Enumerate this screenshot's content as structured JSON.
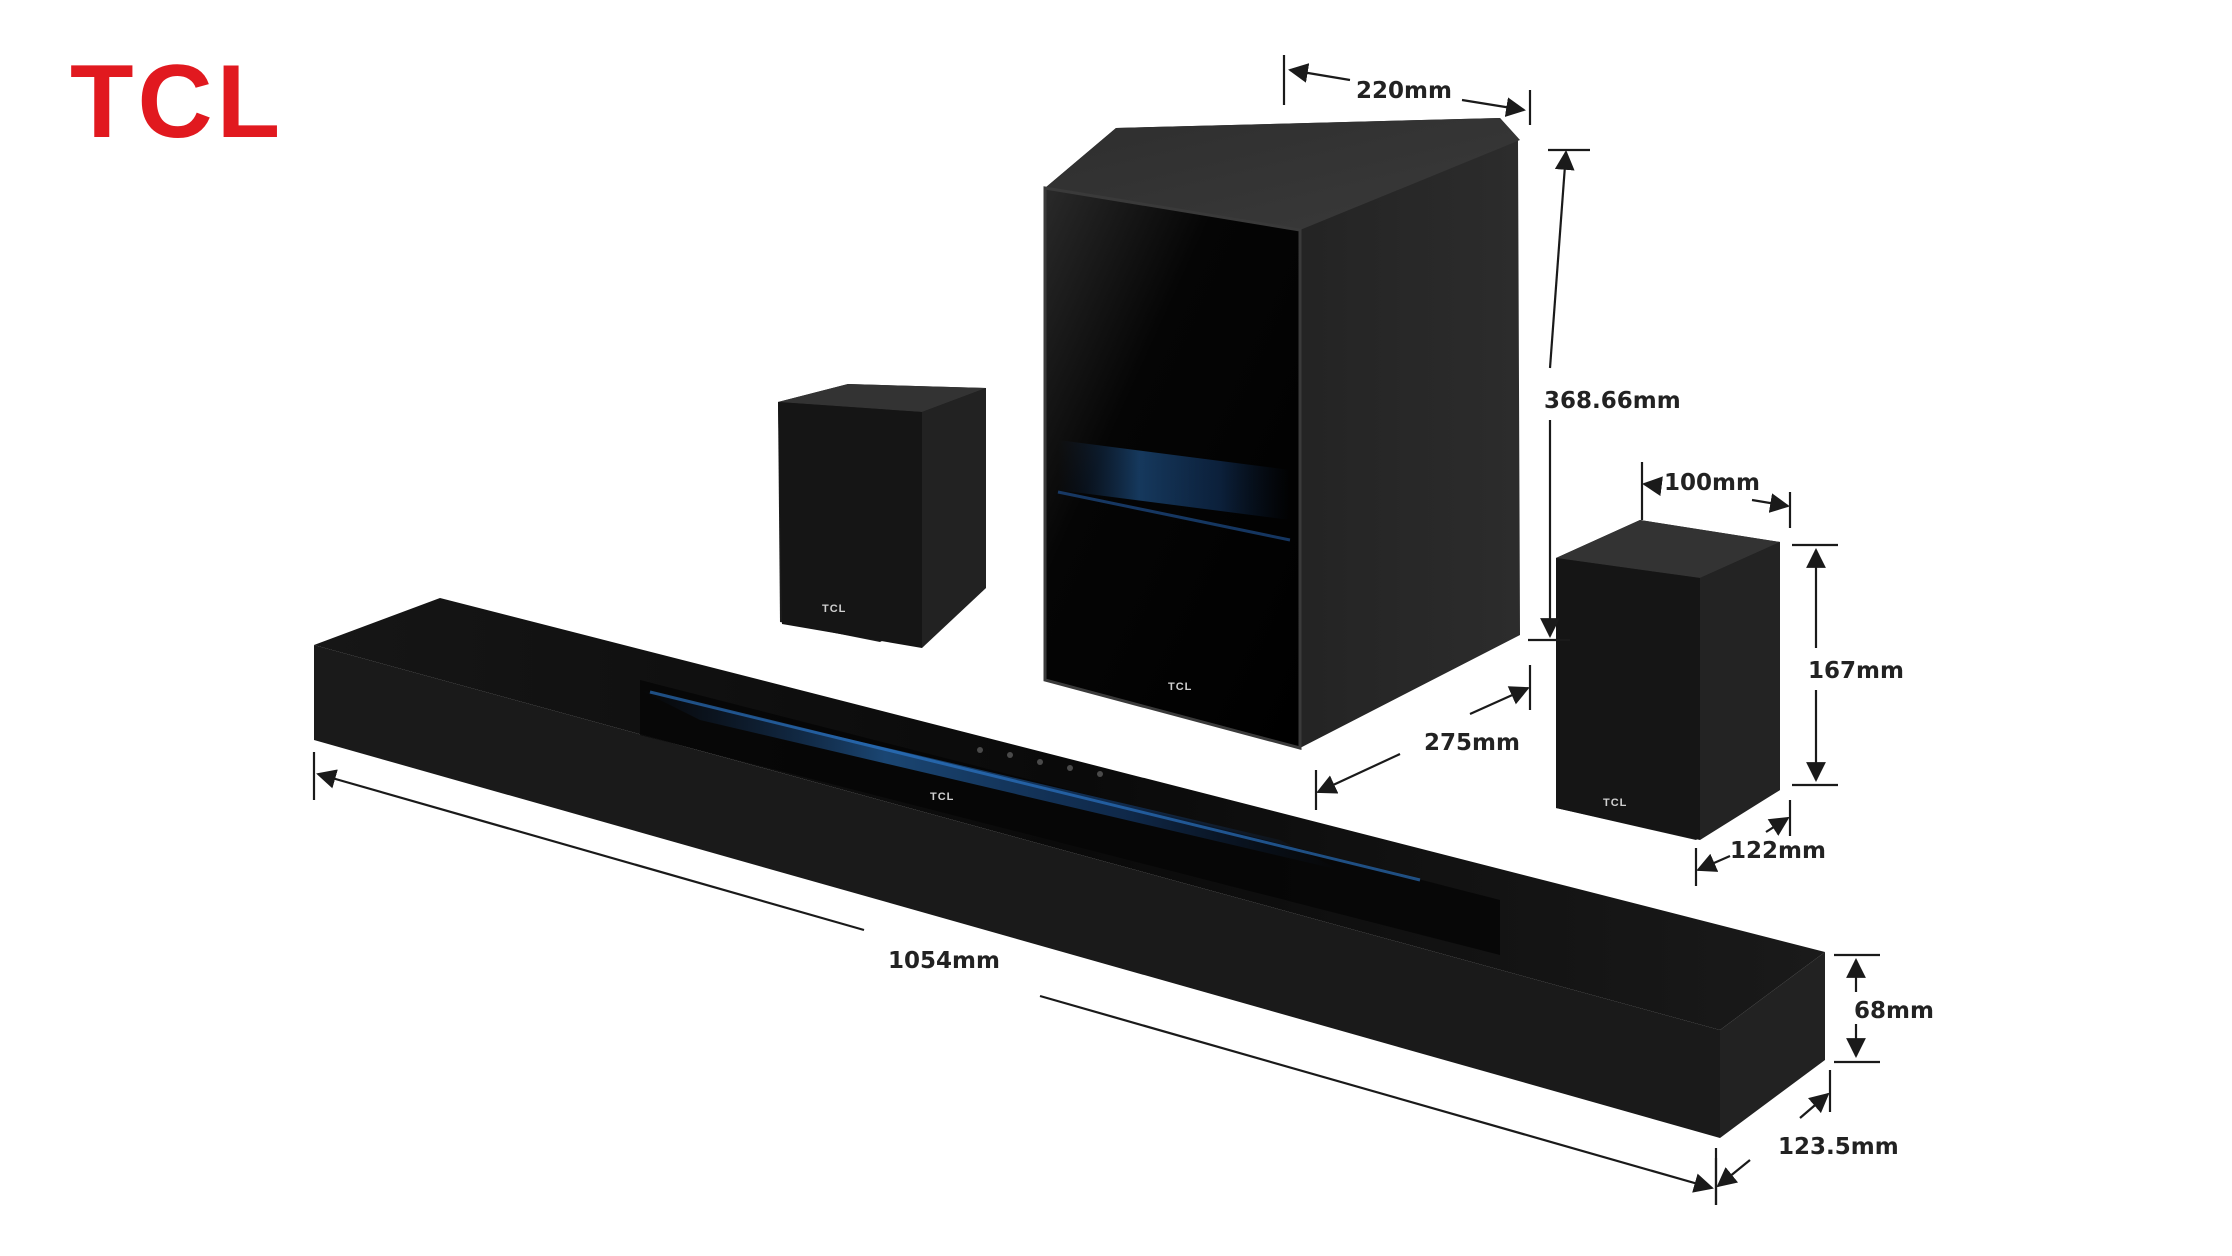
{
  "brand": {
    "logo_text": "TCL",
    "logo_color": "#e1191f",
    "device_badge": "TCL"
  },
  "dimensions": {
    "subwoofer_width": "220mm",
    "subwoofer_height": "368.66mm",
    "subwoofer_depth": "275mm",
    "satellite_width": "100mm",
    "satellite_height": "167mm",
    "satellite_depth": "122mm",
    "soundbar_length": "1054mm",
    "soundbar_height": "68mm",
    "soundbar_depth": "123.5mm"
  },
  "colors": {
    "background": "#ffffff",
    "device_body": "#1b1b1b",
    "device_glass": "#070707",
    "accent_blue": "#2a7fd6",
    "dimension_text": "#222222"
  }
}
